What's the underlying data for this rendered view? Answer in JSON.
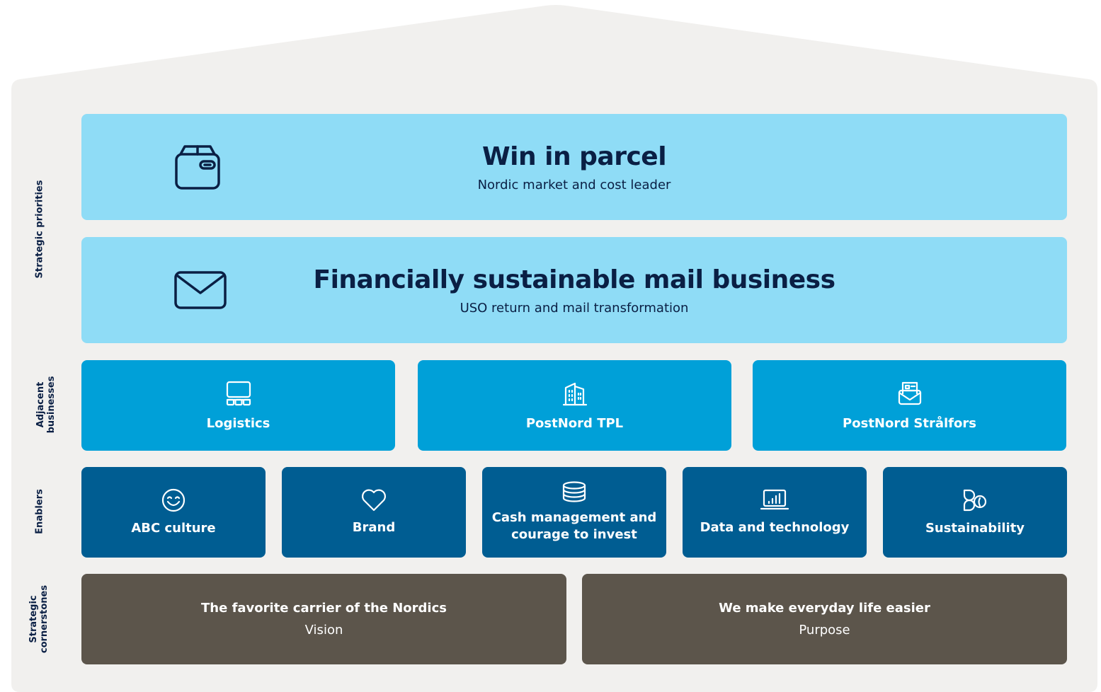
{
  "side_labels": {
    "strategic_priorities": "Strategic priorities",
    "adjacent_line1": "Adjacent",
    "adjacent_line2": "businesses",
    "enablers": "Enablers",
    "cornerstones_line1": "Strategic",
    "cornerstones_line2": "cornerstones"
  },
  "priorities": [
    {
      "title": "Win in parcel",
      "subtitle": "Nordic market and cost leader",
      "icon": "parcel-box-icon"
    },
    {
      "title": "Financially sustainable mail business",
      "subtitle": "USO return and mail transformation",
      "icon": "envelope-icon"
    }
  ],
  "adjacent_businesses": [
    {
      "label": "Logistics",
      "icon": "logistics-icon"
    },
    {
      "label": "PostNord TPL",
      "icon": "building-icon"
    },
    {
      "label": "PostNord Strålfors",
      "icon": "document-envelope-icon"
    }
  ],
  "enablers": [
    {
      "label": "ABC culture",
      "icon": "smiley-icon"
    },
    {
      "label": "Brand",
      "icon": "heart-icon"
    },
    {
      "label": "Cash management and courage to invest",
      "icon": "coins-icon"
    },
    {
      "label": "Data and technology",
      "icon": "laptop-chart-icon"
    },
    {
      "label": "Sustainability",
      "icon": "leaf-icon"
    }
  ],
  "cornerstones": [
    {
      "main": "The favorite carrier of the Nordics",
      "sub": "Vision"
    },
    {
      "main": "We make everyday life easier",
      "sub": "Purpose"
    }
  ],
  "colors": {
    "house_background": "#f1f0ee",
    "priority_tile": "#8fdcf6",
    "adjacent_tile": "#00a0d8",
    "enabler_tile": "#005d92",
    "cornerstone_tile": "#5c554b",
    "navy_text": "#0a1f44"
  }
}
